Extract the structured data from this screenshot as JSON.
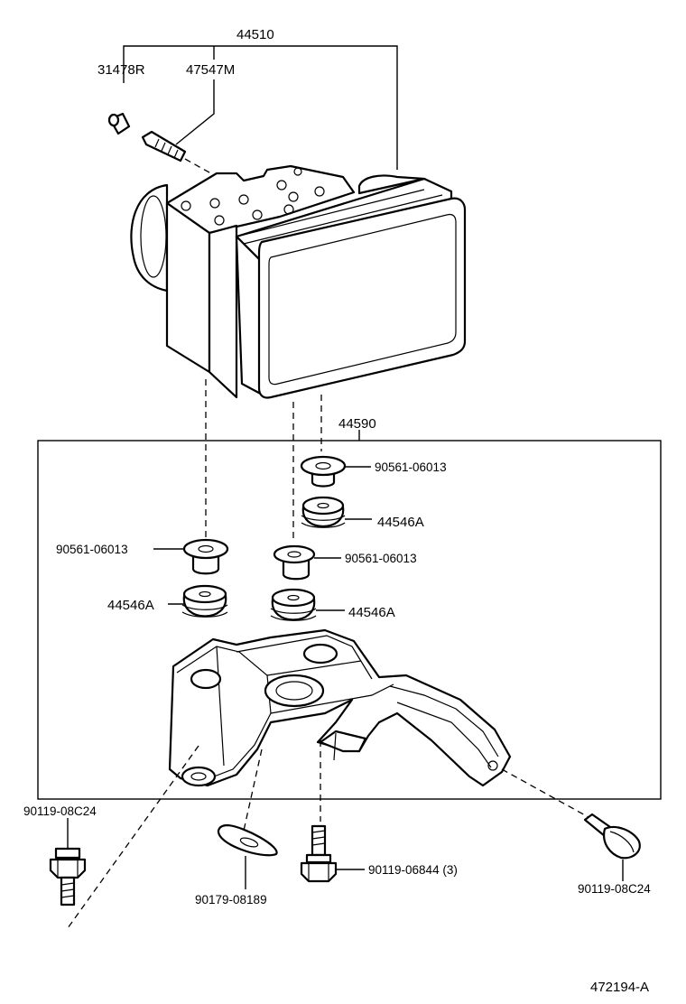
{
  "diagram": {
    "labels": {
      "assembly": "44510",
      "cap": "31478R",
      "bleeder": "47547M",
      "bracket_assy": "44590",
      "collar_top": "90561-06013",
      "collar_left": "90561-06013",
      "collar_mid": "90561-06013",
      "cushion_top": "44546A",
      "cushion_left": "44546A",
      "cushion_mid": "44546A",
      "bolt_left": "90119-08C24",
      "washer": "90179-08189",
      "bolt_mid": "90119-06844 (3)",
      "bolt_right": "90119-08C24",
      "figure_id": "472194-A"
    }
  }
}
